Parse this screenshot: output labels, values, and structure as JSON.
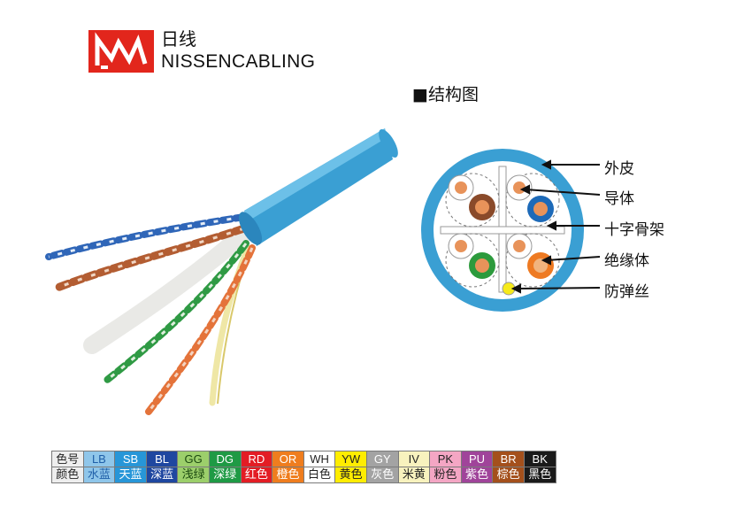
{
  "logo": {
    "cn": "日线",
    "en": "NISSENCABLING"
  },
  "structure": {
    "title": "■结构图",
    "callouts": [
      {
        "key": "jacket",
        "label": "外皮"
      },
      {
        "key": "conductor",
        "label": "导体"
      },
      {
        "key": "cross",
        "label": "十字骨架"
      },
      {
        "key": "insulation",
        "label": "绝缘体"
      },
      {
        "key": "ripcord",
        "label": "防弹丝"
      }
    ]
  },
  "color_table": {
    "header": {
      "code": "色号",
      "name": "颜色"
    },
    "colors": [
      {
        "code": "LB",
        "name": "水蓝",
        "hex": "#8fc6ea",
        "text": "#1f5fa8"
      },
      {
        "code": "SB",
        "name": "天蓝",
        "hex": "#2796d8",
        "text": "#ffffff"
      },
      {
        "code": "BL",
        "name": "深蓝",
        "hex": "#1f47a0",
        "text": "#ffffff"
      },
      {
        "code": "GG",
        "name": "浅绿",
        "hex": "#9ccf6b",
        "text": "#1c4a10"
      },
      {
        "code": "DG",
        "name": "深绿",
        "hex": "#1f9a45",
        "text": "#ffffff"
      },
      {
        "code": "RD",
        "name": "红色",
        "hex": "#e31d24",
        "text": "#ffffff"
      },
      {
        "code": "OR",
        "name": "橙色",
        "hex": "#ef7d1e",
        "text": "#ffffff"
      },
      {
        "code": "WH",
        "name": "白色",
        "hex": "#ffffff",
        "text": "#222222"
      },
      {
        "code": "YW",
        "name": "黄色",
        "hex": "#ffed00",
        "text": "#222222"
      },
      {
        "code": "GY",
        "name": "灰色",
        "hex": "#a3a3a3",
        "text": "#ffffff"
      },
      {
        "code": "IV",
        "name": "米黄",
        "hex": "#f8f2be",
        "text": "#222222"
      },
      {
        "code": "PK",
        "name": "粉色",
        "hex": "#f4a6c4",
        "text": "#222222"
      },
      {
        "code": "PU",
        "name": "紫色",
        "hex": "#a0449a",
        "text": "#ffffff"
      },
      {
        "code": "BR",
        "name": "棕色",
        "hex": "#a4501c",
        "text": "#ffffff"
      },
      {
        "code": "BK",
        "name": "黑色",
        "hex": "#1a1a1a",
        "text": "#ffffff"
      }
    ]
  },
  "colors": {
    "brand_red": "#e2261c",
    "jacket_blue": "#3a9fd3",
    "pair_brown": "#8a4a2a",
    "pair_blue": "#1d6ab8",
    "pair_green": "#2c9a3c",
    "pair_orange": "#ee7a22",
    "ripcord_yellow": "#f6ea1a",
    "copper": "#e8935a"
  }
}
